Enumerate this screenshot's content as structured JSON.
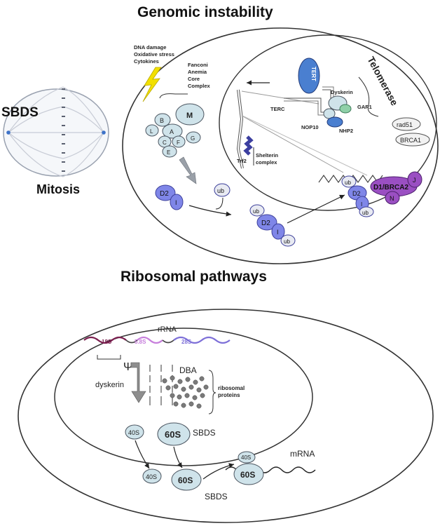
{
  "headings": {
    "genomic": "Genomic instability",
    "ribosomal": "Ribosomal pathways",
    "mitosis": "Mitosis",
    "sbds_main": "SBDS"
  },
  "genomic": {
    "stress": [
      "DNA damage",
      "Oxidative stress",
      "Cytokines"
    ],
    "fanconi": [
      "Fanconi",
      "Anemia",
      "Core",
      "Complex"
    ],
    "core_subunits": [
      "B",
      "M",
      "L",
      "A",
      "G",
      "C",
      "F",
      "E"
    ],
    "d2": "D2",
    "i": "I",
    "ub": "ub",
    "trf2": "Trf2",
    "shelterin": [
      "Shelterin",
      "complex"
    ],
    "tert": "TERT",
    "telomerase": "Telomerase",
    "dyskerin": "Dyskerin",
    "terc": "TERC",
    "gar1": "GAR1",
    "nop10": "NOP10",
    "nhp2": "NHP2",
    "rad51": "rad51",
    "brca1": "BRCA1",
    "d1_brca2": "D1/BRCA2",
    "j": "J",
    "n": "N"
  },
  "ribosomal": {
    "rrna": "rRNA",
    "s18": "18S",
    "s58": "5.8S",
    "s28": "28S",
    "dba": "DBA",
    "ribosomal_proteins": [
      "ribosomal",
      "proteins"
    ],
    "psi": "Ψ",
    "dyskerin": "dyskerin",
    "s40": "40S",
    "s60": "60S",
    "sbds": "SBDS",
    "mrna": "mRNA"
  },
  "colors": {
    "s18": "#7a1f4f",
    "s58": "#c77fdc",
    "s28": "#7d6fd8",
    "blue_protein": "#7f86e8",
    "purple_protein": "#9a4fc2",
    "lightblue_protein": "#cfe3ea",
    "tert_blue": "#4a7fd0",
    "zap_yellow": "#f2e000"
  }
}
